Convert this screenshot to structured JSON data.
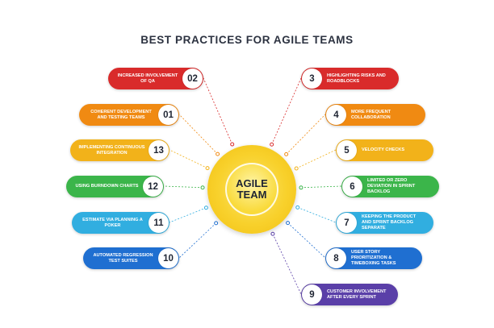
{
  "title": "BEST PRACTICES FOR AGILE TEAMS",
  "hub": {
    "line1": "AGILE",
    "line2": "TEAM"
  },
  "items": [
    {
      "num": "02",
      "label": "INCREASED INVOLVEMENT OF QA",
      "color": "#d92b2b"
    },
    {
      "num": "01",
      "label": "COHERENT DEVELOPMENT AND TESTING TEAMS",
      "color": "#f08a12"
    },
    {
      "num": "13",
      "label": "IMPLEMENTING CONTINUOUS INTEGRATION",
      "color": "#f2b21a"
    },
    {
      "num": "12",
      "label": "USING BURNDOWN CHARTS",
      "color": "#3bb54a"
    },
    {
      "num": "11",
      "label": "ESTIMATE VIA PLANNING A POKER",
      "color": "#31aee0"
    },
    {
      "num": "10",
      "label": "AUTOMATED REGRESSION TEST SUITES",
      "color": "#1f6fd1"
    },
    {
      "num": "3",
      "label": "HIGHLIGHTING RISKS AND ROADBLOCKS",
      "color": "#d92b2b"
    },
    {
      "num": "4",
      "label": "MORE FREQUENT COLLABORATION",
      "color": "#f08a12"
    },
    {
      "num": "5",
      "label": "VELOCITY CHECKS",
      "color": "#f2b21a"
    },
    {
      "num": "6",
      "label": "LIMITED OR ZERO DEVIATION IN SPRINT BACKLOG",
      "color": "#3bb54a"
    },
    {
      "num": "7",
      "label": "KEEPING THE PRODUCT AND SPRINT BACKLOG SEPARATE",
      "color": "#31aee0"
    },
    {
      "num": "8",
      "label": "USER STORY PRIORITIZATION & TIMEBOXING TASKS",
      "color": "#1f6fd1"
    },
    {
      "num": "9",
      "label": "CUSTOMER INVOLVEMENT AFTER EVERY SPRINT",
      "color": "#5a3fa8"
    }
  ]
}
